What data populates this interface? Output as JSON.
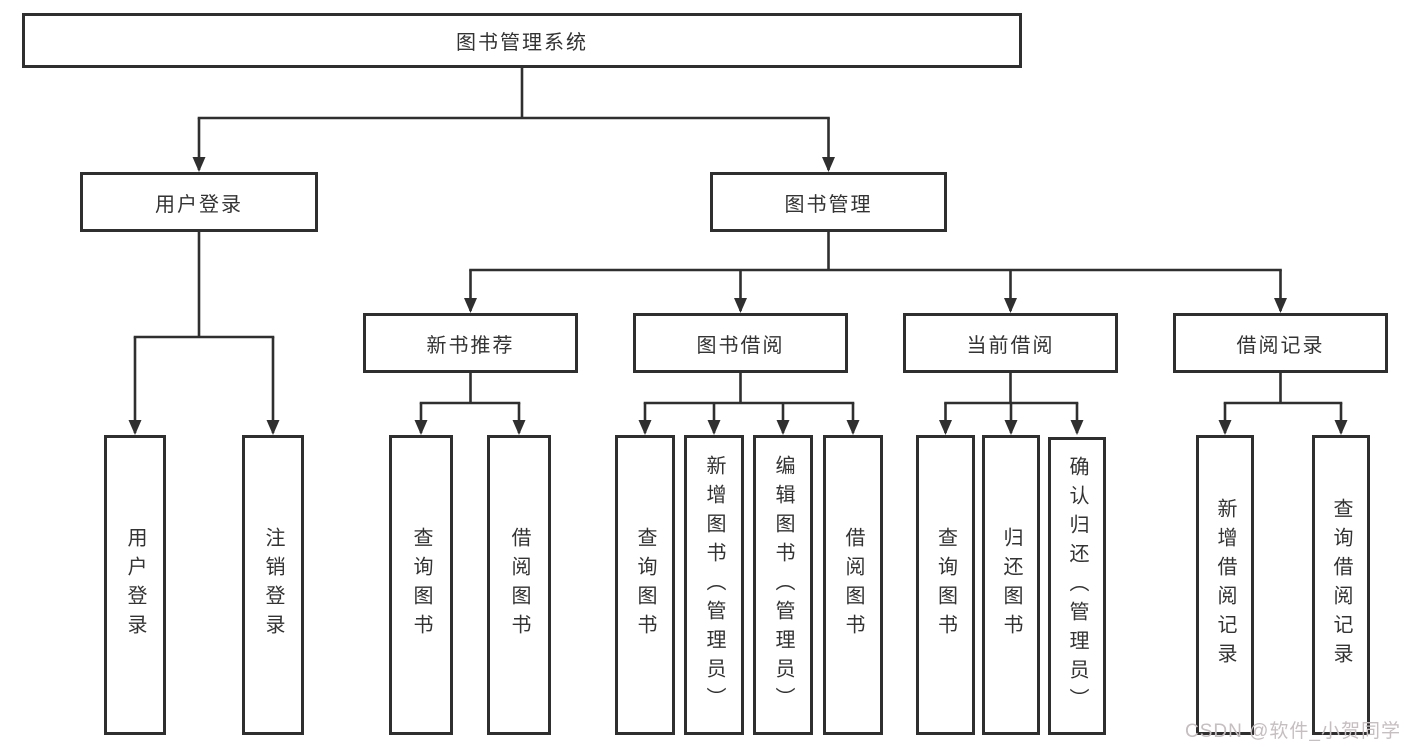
{
  "tree": {
    "root": "图书管理系统",
    "branches": [
      {
        "label": "用户登录",
        "children": [
          "用户登录",
          "注销登录"
        ]
      },
      {
        "label": "图书管理",
        "children": [
          {
            "label": "新书推荐",
            "children": [
              "查询图书",
              "借阅图书"
            ]
          },
          {
            "label": "图书借阅",
            "children": [
              "查询图书",
              "新增图书（管理员）",
              "编辑图书（管理员）",
              "借阅图书"
            ]
          },
          {
            "label": "当前借阅",
            "children": [
              "查询图书",
              "归还图书",
              "确认归还（管理员）"
            ]
          },
          {
            "label": "借阅记录",
            "children": [
              "新增借阅记录",
              "查询借阅记录"
            ]
          }
        ]
      }
    ]
  },
  "watermark": "CSDN @软件_小贺同学",
  "colors": {
    "line": "#2f2f2f",
    "border": "#2f2f2f",
    "text": "#333333",
    "watermark": "#c6bec1",
    "background": "#ffffff"
  }
}
